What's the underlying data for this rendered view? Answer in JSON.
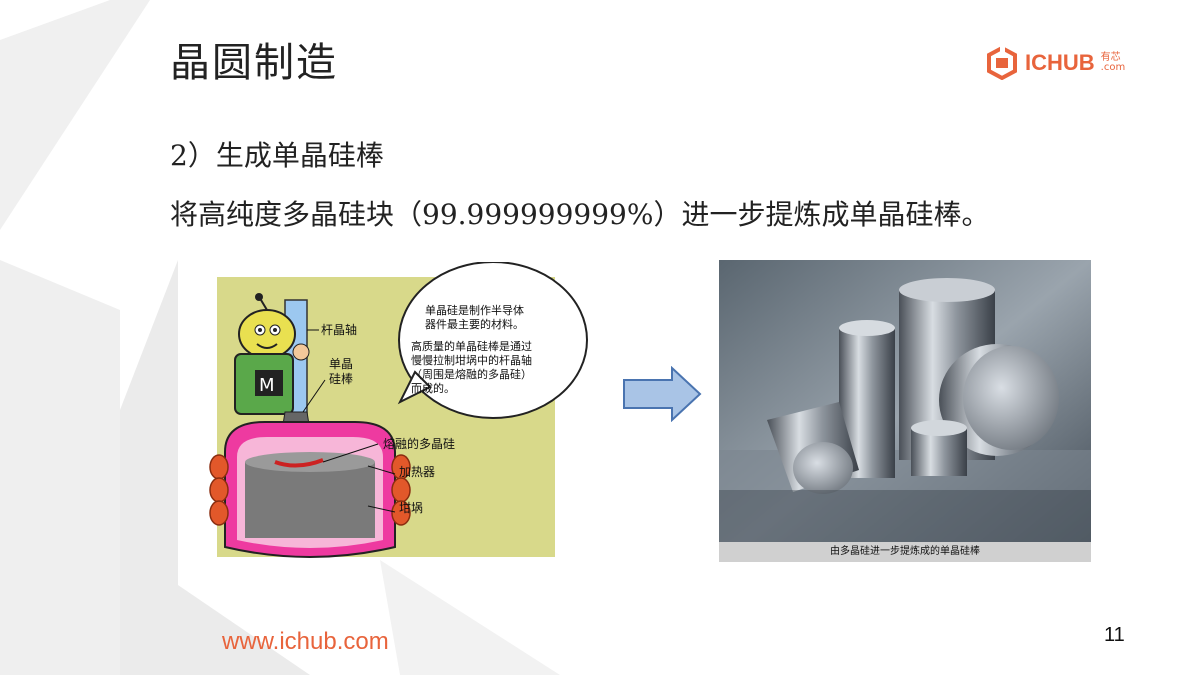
{
  "slide": {
    "title": "晶圆制造",
    "subtitle": "2）生成单晶硅棒",
    "body": "将高纯度多晶硅块（99.999999999%）进一步提炼成单晶硅棒。",
    "page_number": "11",
    "footer_url": "www.ichub.com"
  },
  "logo": {
    "text": "ICHUB",
    "cn": "有芯",
    "suffix": ".com",
    "icon": "ichub-logo-icon"
  },
  "illustration": {
    "labels": {
      "rod": "杆晶轴",
      "single_crystal_line1": "单晶",
      "single_crystal_line2": "硅棒",
      "molten": "熔融的多晶硅",
      "heater": "加热器",
      "crucible": "坩埚"
    },
    "bubble": {
      "line1": "单晶硅是制作半导体",
      "line2": "器件最主要的材料。",
      "line3": "高质量的单晶硅棒是通过",
      "line4": "慢慢拉制坩埚中的杆晶轴",
      "line5": "（周围是熔融的多晶硅）",
      "line6": "而成的。"
    }
  },
  "photo": {
    "caption": "由多晶硅进一步提炼成的单晶硅棒"
  },
  "colors": {
    "accent": "#e8643c",
    "arrow_fill": "#a9c4e6",
    "arrow_stroke": "#4a74b0",
    "illus_bg": "#d8d98a",
    "crucible_pink": "#ee3aa0"
  }
}
